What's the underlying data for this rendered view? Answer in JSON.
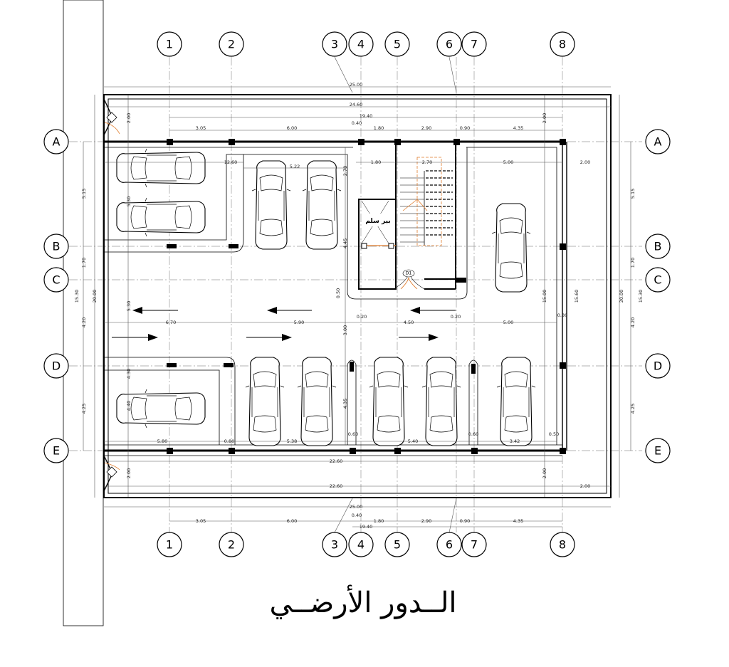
{
  "title": "الــدور الأرضــي",
  "room_label": "بير سلم",
  "door_tag": "D1",
  "grid_columns": [
    "1",
    "2",
    "3",
    "4",
    "5",
    "6",
    "7",
    "8"
  ],
  "grid_rows": [
    "A",
    "B",
    "C",
    "D",
    "E"
  ],
  "dims": {
    "top_overall": "25.00",
    "top_inner": "24.60",
    "top_axes": "19.40",
    "top_gap": "0.40",
    "top_seg1": "3.05",
    "top_seg2": "6.00",
    "top_seg3": "1.80",
    "top_seg4": "2.90",
    "top_seg5": "0.90",
    "top_seg6": "4.35",
    "lane_top_left": "12.60",
    "lane_top_mid": "5.22",
    "lane_top_stair": "1.80",
    "lane_top_stair2": "2.70",
    "lane_top_right": "5.00",
    "lane_top_edge": "2.00",
    "aisle_1": "6.70",
    "aisle_2": "5.90",
    "aisle_3": "4.50",
    "aisle_4": "5.00",
    "aisle_gap1": "0.20",
    "aisle_gap2": "0.20",
    "aisle_gap3": "0.30",
    "bottom_lane1": "5.80",
    "bottom_lane2": "0.80",
    "bottom_lane3": "5.38",
    "bottom_lane4": "0.60",
    "bottom_lane5": "5.40",
    "bottom_lane6": "0.60",
    "bottom_lane7": "3.42",
    "bottom_lane8": "0.50",
    "bottom_inner": "22.60",
    "bottom_inner2": "22.60",
    "bottom_edge": "2.00",
    "bottom_overall": "25.00",
    "bottom_gap": "0.40",
    "bottom_axes": "19.40",
    "bot_seg1": "3.05",
    "bot_seg2": "6.00",
    "bot_seg3": "1.80",
    "bot_seg4": "2.90",
    "bot_seg5": "0.90",
    "bot_seg6": "4.35",
    "left_overall": "20.00",
    "left_inner": "15.30",
    "left_s1": "5.15",
    "left_s2": "1.70",
    "left_s3": "4.20",
    "left_s4": "4.25",
    "right_overall": "20.00",
    "right_inner": "15.30",
    "right_s1": "5.15",
    "right_s2": "1.70",
    "right_s3": "4.20",
    "right_s4": "4.25",
    "inner_v1": "2.00",
    "inner_v2": "5.30",
    "inner_v3": "4.40",
    "inner_v4": "2.00",
    "inner_v5": "2.70",
    "inner_v6": "4.45",
    "inner_v7": "0.50",
    "inner_v8": "3.00",
    "inner_v9": "4.35",
    "inner_v10": "15.00",
    "inner_v11": "15.60",
    "inner_v12": "2.00",
    "inner_v13": "2.00",
    "inner_v14": "5.30",
    "inner_v15": "4.30"
  },
  "colors": {
    "line": "#000000",
    "grid": "#9a9a9a",
    "stair_accent": "#e07b2a"
  }
}
